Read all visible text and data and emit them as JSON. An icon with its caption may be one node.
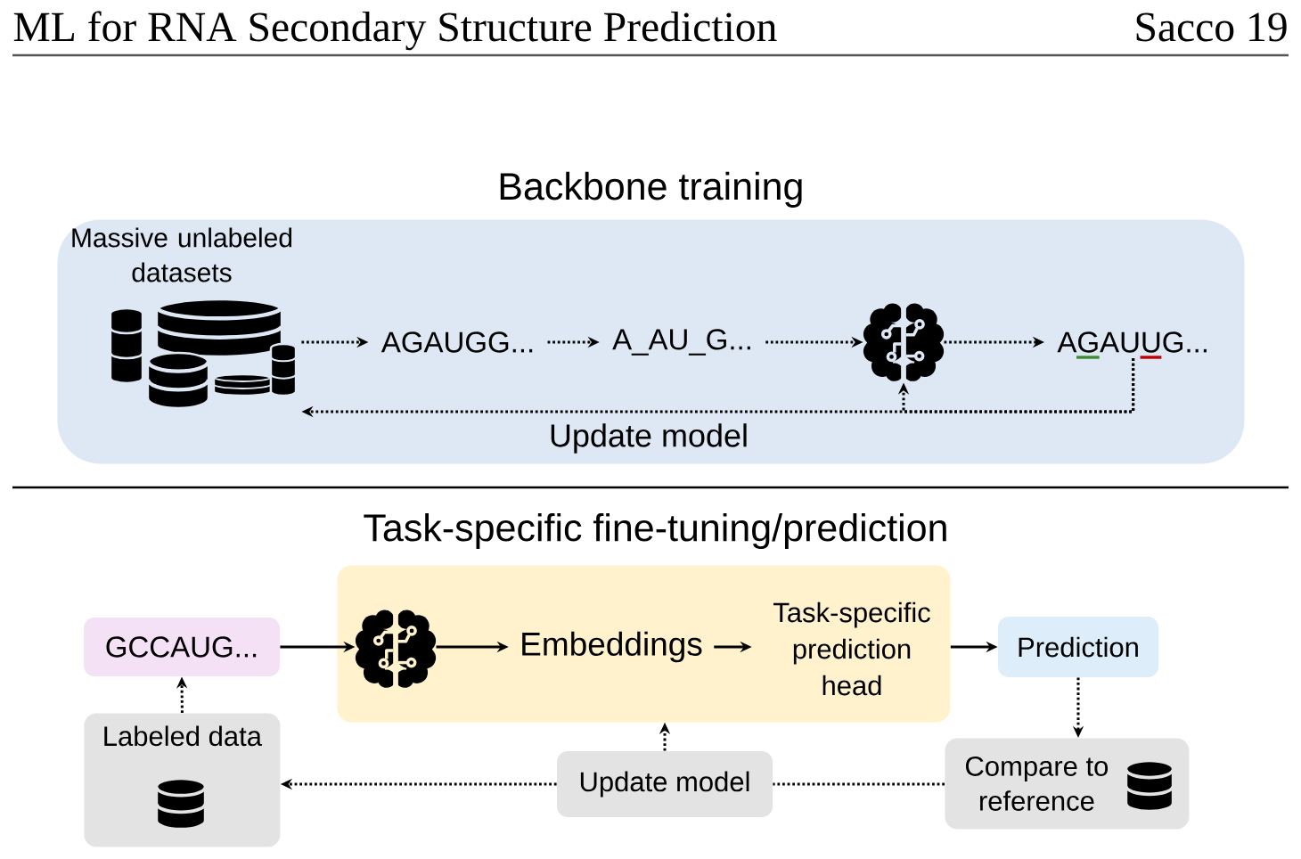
{
  "diagram": {
    "nodes": [
      {
        "text": [
          "Backbone training"
        ]
      },
      {
        "text": [],
        "shape": "picture",
        "beside": [
          "Massive unlabeled datasets"
        ],
        "in": 0
      },
      {
        "text": [
          "AGAUGG..."
        ],
        "in": 0
      },
      {
        "text": [
          "A_AU_G..."
        ],
        "in": 0
      },
      {
        "text": [],
        "shape": "picture",
        "in": 0
      },
      {
        "text": [
          "AGAUUG..."
        ],
        "in": 0
      },
      {
        "text": [
          "GCCAUG..."
        ]
      },
      {
        "text": [],
        "shape": "box"
      },
      {
        "text": [],
        "shape": "picture",
        "in": 7
      },
      {
        "text": [
          "Embeddings"
        ],
        "in": 7
      },
      {
        "text": [
          "Task-specific prediction head"
        ],
        "in": 7
      },
      {
        "text": [
          "Prediction"
        ]
      },
      {
        "text": [
          "Labeled data"
        ]
      },
      {
        "text": [
          "Update model"
        ]
      },
      {
        "text": [
          "Compare to reference"
        ]
      }
    ],
    "edges": [
      {
        "from": 1,
        "to": 2,
        "arrow": "to",
        "style": "dashed"
      },
      {
        "from": 2,
        "to": 3,
        "arrow": "to",
        "style": "dashed"
      },
      {
        "from": 3,
        "to": 4,
        "arrow": "to",
        "style": "dashed"
      },
      {
        "from": 4,
        "to": 5,
        "arrow": "to",
        "style": "dashed"
      },
      {
        "from": 5,
        "to": 1,
        "arrow": "to",
        "style": "dashed",
        "label": "Update model"
      },
      {
        "from": 5,
        "to": 4,
        "arrow": "to",
        "style": "dashed"
      },
      {
        "from": 6,
        "to": 8,
        "arrow": "to"
      },
      {
        "from": 8,
        "to": 9,
        "arrow": "to"
      },
      {
        "from": 9,
        "to": 10,
        "arrow": "to"
      },
      {
        "from": 7,
        "to": 11,
        "arrow": "to"
      },
      {
        "from": 12,
        "to": 6,
        "arrow": "to",
        "style": "dashed"
      },
      {
        "from": 11,
        "to": 14,
        "arrow": "to",
        "style": "dashed"
      },
      {
        "from": 14,
        "to": 13,
        "arrow": "none",
        "style": "dashed"
      },
      {
        "from": 13,
        "to": 12,
        "arrow": "to",
        "style": "dashed"
      },
      {
        "from": 13,
        "to": 7,
        "arrow": "to",
        "style": "dashed"
      }
    ],
    "labels": [
      "ML for RNA Secondary Structure Prediction",
      "Sacco 19",
      "Task-specific fine-tuning/prediction"
    ]
  }
}
